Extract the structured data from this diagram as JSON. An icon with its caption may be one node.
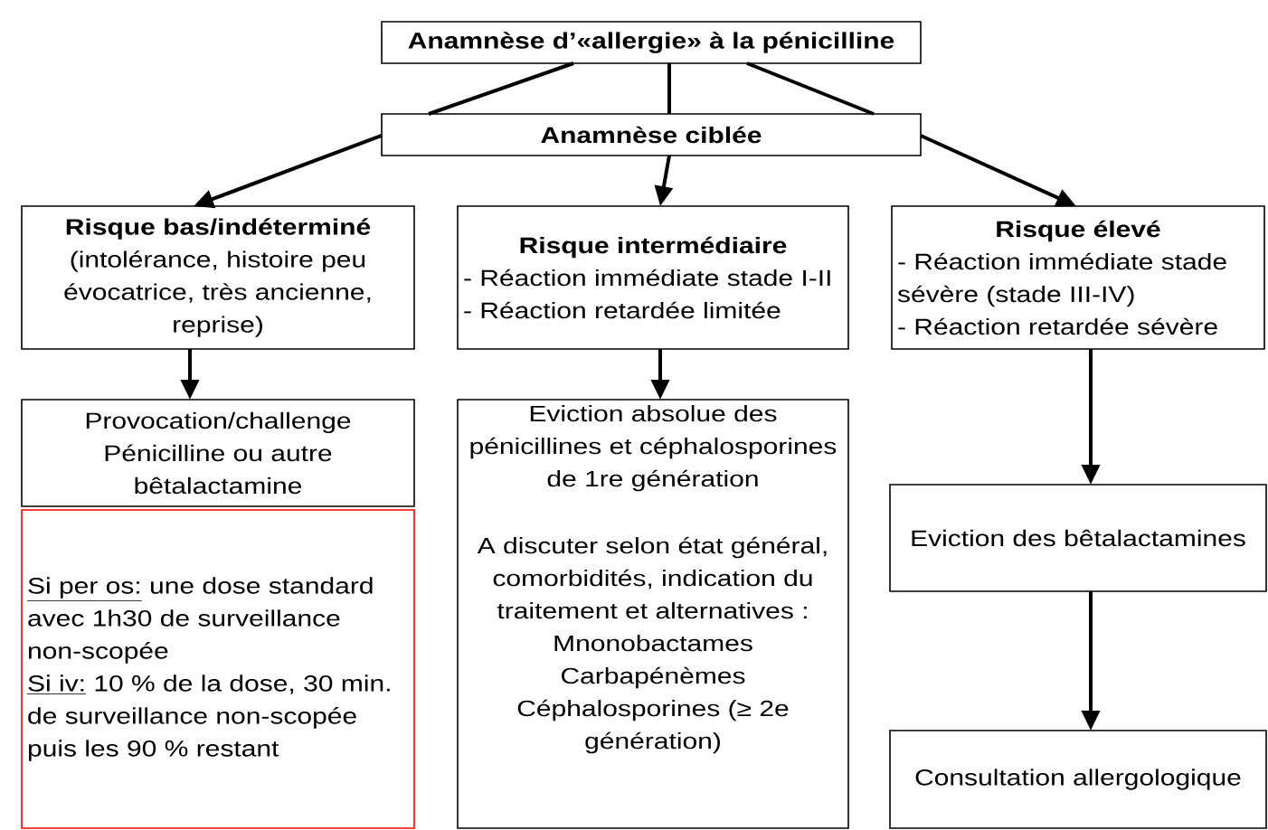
{
  "diagram": {
    "nodes": [
      {
        "text": [
          "Anamnèse d’«allergie» à la pénicilline"
        ]
      },
      {
        "text": [
          "Anamnèse ciblée"
        ]
      },
      {
        "text": [
          "Risque bas/indéterminé",
          "(intolérance, histoire peu évocatrice, très ancienne, reprise)"
        ]
      },
      {
        "text": [
          "Risque intermédiaire",
          "- Réaction immédiate stade I-II",
          "- Réaction retardée limitée"
        ]
      },
      {
        "text": [
          "Risque élevé",
          "- Réaction immédiate stade sévère (stade III-IV)",
          "- Réaction retardée sévère"
        ]
      },
      {
        "text": [
          "Provocation/challenge Pénicilline ou autre bêtalactamine"
        ]
      },
      {
        "text": [
          "Si per os:",
          "une dose standard avec 1h30 de surveillance non-scopée",
          "Si iv:",
          "10 % de la dose, 30 min. de surveillance non-scopée puis les 90 % restant"
        ]
      },
      {
        "text": [
          "Eviction absolue des pénicillines et céphalosporines de 1re génération",
          "A discuter selon état général, comorbidités, indication du traitement et alternatives :",
          "Mnonobactames",
          "Carbapénèmes",
          "Céphalosporines (≥ 2e génération)"
        ]
      },
      {
        "text": [
          "Eviction des bêtalactamines"
        ]
      },
      {
        "text": [
          "Consultation allergologique"
        ]
      }
    ],
    "edges": [
      {
        "from": 0,
        "to": 1,
        "arrow": "none"
      },
      {
        "from": 1,
        "to": 2,
        "arrow": "to"
      },
      {
        "from": 0,
        "to": 1,
        "arrow": "none"
      },
      {
        "from": 1,
        "to": 3,
        "arrow": "to"
      },
      {
        "from": 0,
        "to": 1,
        "arrow": "none"
      },
      {
        "from": 1,
        "to": 4,
        "arrow": "to"
      },
      {
        "from": 2,
        "to": 5,
        "arrow": "to"
      },
      {
        "from": 3,
        "to": 7,
        "arrow": "to"
      },
      {
        "from": 4,
        "to": 8,
        "arrow": "to"
      },
      {
        "from": 8,
        "to": 9,
        "arrow": "to"
      }
    ]
  }
}
